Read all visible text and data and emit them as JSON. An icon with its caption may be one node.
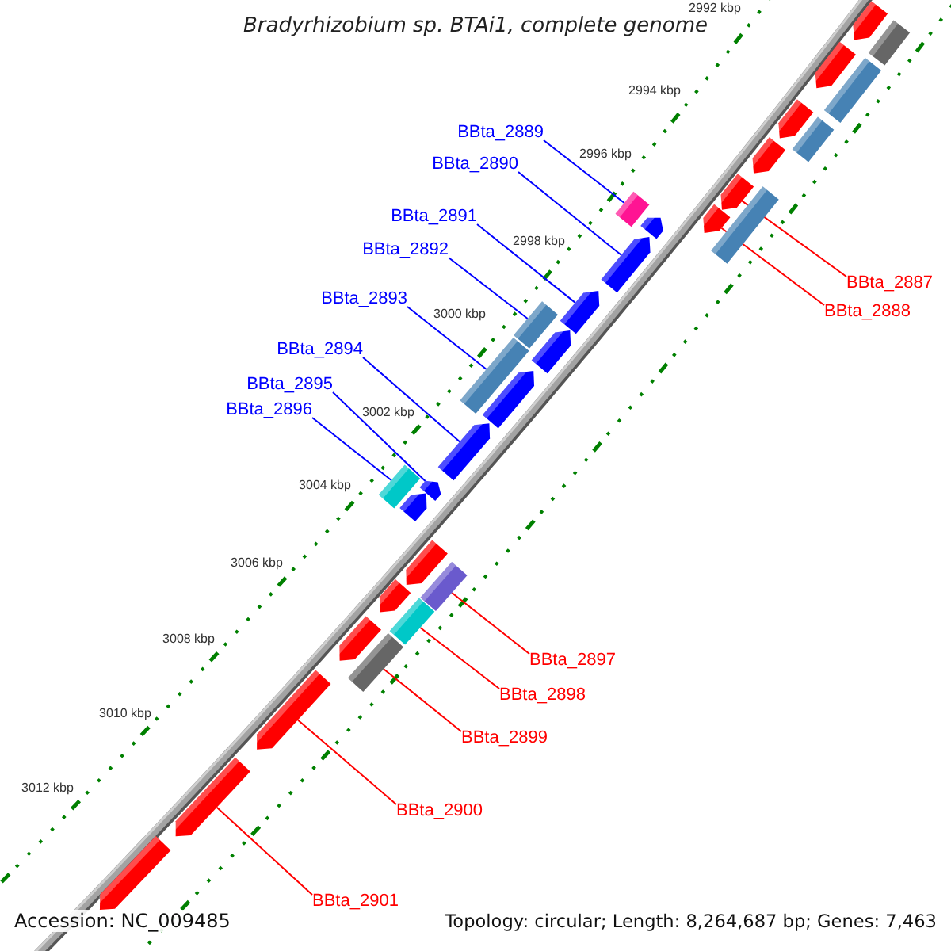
{
  "diagram": {
    "title": "Bradyrhizobium sp. BTAi1, complete genome",
    "nodes": [
      {
        "text": [
          "BBta_2887"
        ]
      },
      {
        "text": [
          "BBta_2888"
        ]
      },
      {
        "text": [
          "BBta_2889"
        ]
      },
      {
        "text": [
          "BBta_2890"
        ]
      },
      {
        "text": [
          "BBta_2891"
        ]
      },
      {
        "text": [
          "BBta_2892"
        ]
      },
      {
        "text": [
          "BBta_2893"
        ]
      },
      {
        "text": [
          "BBta_2894"
        ]
      },
      {
        "text": [
          "BBta_2895"
        ]
      },
      {
        "text": [
          "BBta_2896"
        ]
      },
      {
        "text": [
          "BBta_2897"
        ]
      },
      {
        "text": [
          "BBta_2898"
        ]
      },
      {
        "text": [
          "BBta_2899"
        ]
      },
      {
        "text": [
          "BBta_2900"
        ]
      },
      {
        "text": [
          "BBta_2901"
        ]
      },
      {
        "text": [],
        "shape": "arrow"
      },
      {
        "text": [],
        "shape": "box"
      },
      {
        "text": [],
        "shape": "arrow"
      },
      {
        "text": [],
        "shape": "box"
      },
      {
        "text": [],
        "shape": "arrow"
      },
      {
        "text": [],
        "shape": "box"
      },
      {
        "text": [],
        "shape": "arrow"
      },
      {
        "text": [],
        "shape": "arrow"
      },
      {
        "text": [],
        "shape": "arrow"
      },
      {
        "text": [],
        "shape": "box"
      },
      {
        "text": [],
        "shape": "box"
      },
      {
        "text": [],
        "shape": "arrow"
      },
      {
        "text": [],
        "shape": "arrow"
      },
      {
        "text": [],
        "shape": "arrow"
      },
      {
        "text": [],
        "shape": "box"
      },
      {
        "text": [],
        "shape": "arrow"
      },
      {
        "text": [],
        "shape": "box"
      },
      {
        "text": [],
        "shape": "arrow"
      },
      {
        "text": [],
        "shape": "arrow"
      },
      {
        "text": [],
        "shape": "arrow"
      },
      {
        "text": [],
        "shape": "box"
      },
      {
        "text": [],
        "shape": "arrow"
      },
      {
        "text": [],
        "shape": "arrow"
      },
      {
        "text": [],
        "shape": "box"
      },
      {
        "text": [],
        "shape": "arrow"
      },
      {
        "text": [],
        "shape": "box"
      },
      {
        "text": [],
        "shape": "arrow"
      },
      {
        "text": [],
        "shape": "box"
      },
      {
        "text": [],
        "shape": "arrow"
      },
      {
        "text": [],
        "shape": "arrow"
      },
      {
        "text": [],
        "shape": "arrow"
      }
    ],
    "edges": [
      {
        "from": 0,
        "to": 22,
        "arrow": "none",
        "color": "#ff0000"
      },
      {
        "from": 1,
        "to": 23,
        "arrow": "none",
        "color": "#ff0000"
      },
      {
        "from": 2,
        "to": 25,
        "arrow": "none"
      },
      {
        "from": 3,
        "to": 27,
        "arrow": "none"
      },
      {
        "from": 4,
        "to": 28,
        "arrow": "none"
      },
      {
        "from": 5,
        "to": 29,
        "arrow": "none"
      },
      {
        "from": 6,
        "to": 31,
        "arrow": "none"
      },
      {
        "from": 7,
        "to": 33,
        "arrow": "none"
      },
      {
        "from": 8,
        "to": 34,
        "arrow": "none"
      },
      {
        "from": 9,
        "to": 35,
        "arrow": "none"
      },
      {
        "from": 10,
        "to": 38,
        "arrow": "none",
        "color": "#ff0000"
      },
      {
        "from": 11,
        "to": 40,
        "arrow": "none",
        "color": "#ff0000"
      },
      {
        "from": 12,
        "to": 42,
        "arrow": "none",
        "color": "#ff0000"
      },
      {
        "from": 13,
        "to": 43,
        "arrow": "none",
        "color": "#ff0000"
      },
      {
        "from": 14,
        "to": 44,
        "arrow": "none",
        "color": "#ff0000"
      }
    ],
    "labels": [
      "2992 kbp",
      "2994 kbp",
      "2996 kbp",
      "2998 kbp",
      "3000 kbp",
      "3002 kbp",
      "3004 kbp",
      "3006 kbp",
      "3008 kbp",
      "3010 kbp",
      "3012 kbp",
      "Accession: NC_009485",
      "Topology: circular; Length: 8,264,687 bp; Genes: 7,463"
    ]
  }
}
